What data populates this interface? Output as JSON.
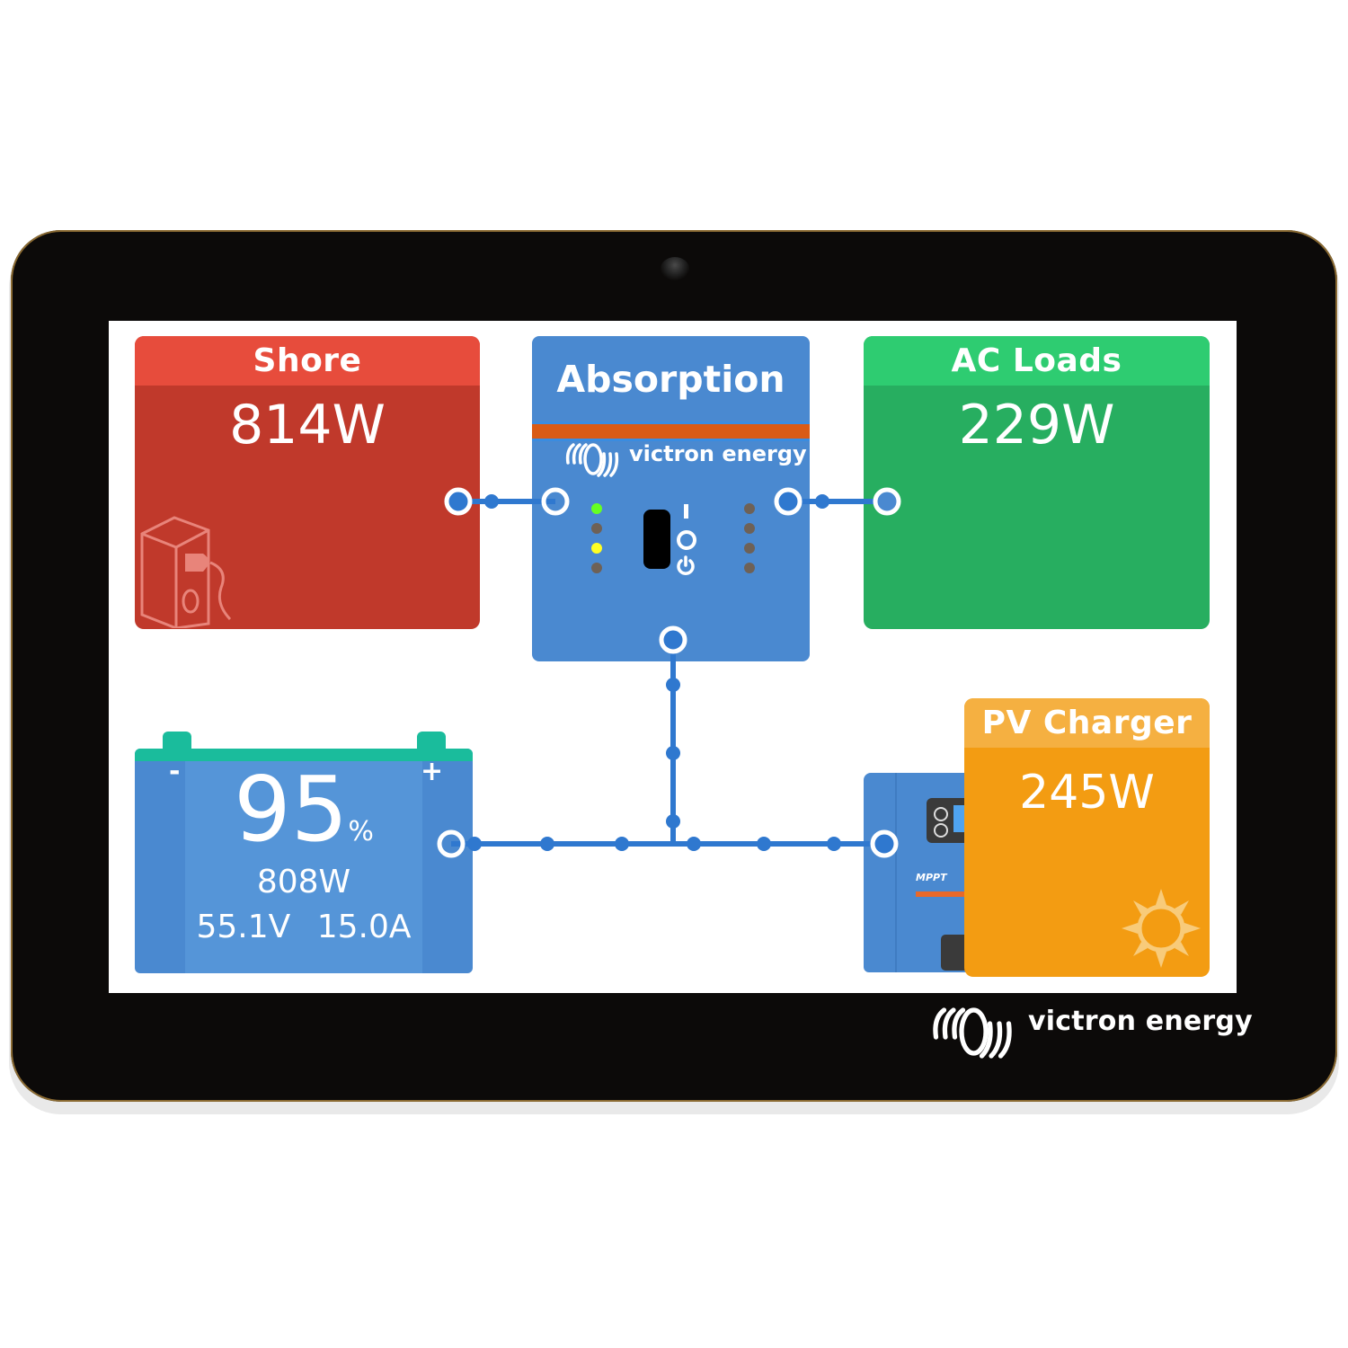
{
  "device": {
    "brand": "victron energy",
    "bezel_logo_icon": "victron-logo-icon"
  },
  "shore": {
    "title": "Shore",
    "power": "814W",
    "icon": "shore-power-plug-icon",
    "colors": {
      "header": "#e74c3c",
      "body": "#c0392b"
    }
  },
  "inverter": {
    "state": "Absorption",
    "brand": "victron energy",
    "leds_left": [
      "green",
      "off",
      "yellow",
      "off"
    ],
    "leds_right": [
      "off",
      "off",
      "off",
      "off"
    ],
    "switch_labels": [
      "I",
      "O",
      "power"
    ],
    "colors": {
      "body": "#4a89d0",
      "stripe": "#d95b16"
    }
  },
  "ac_loads": {
    "title": "AC Loads",
    "power": "229W",
    "colors": {
      "header": "#2ecc71",
      "body": "#27ae60"
    }
  },
  "battery": {
    "soc": "95",
    "soc_unit": "%",
    "power": "808W",
    "voltage": "55.1V",
    "current": "15.0A",
    "neg_label": "-",
    "pos_label": "+",
    "colors": {
      "body": "#4a89d0",
      "cap": "#1abc9c"
    }
  },
  "pv_charger": {
    "title": "PV Charger",
    "power": "245W",
    "icon": "sun-icon",
    "device_label": "MPPT",
    "colors": {
      "header": "#f5b041",
      "body": "#f39c12"
    }
  },
  "flow": {
    "line_color": "#2f78cf"
  }
}
